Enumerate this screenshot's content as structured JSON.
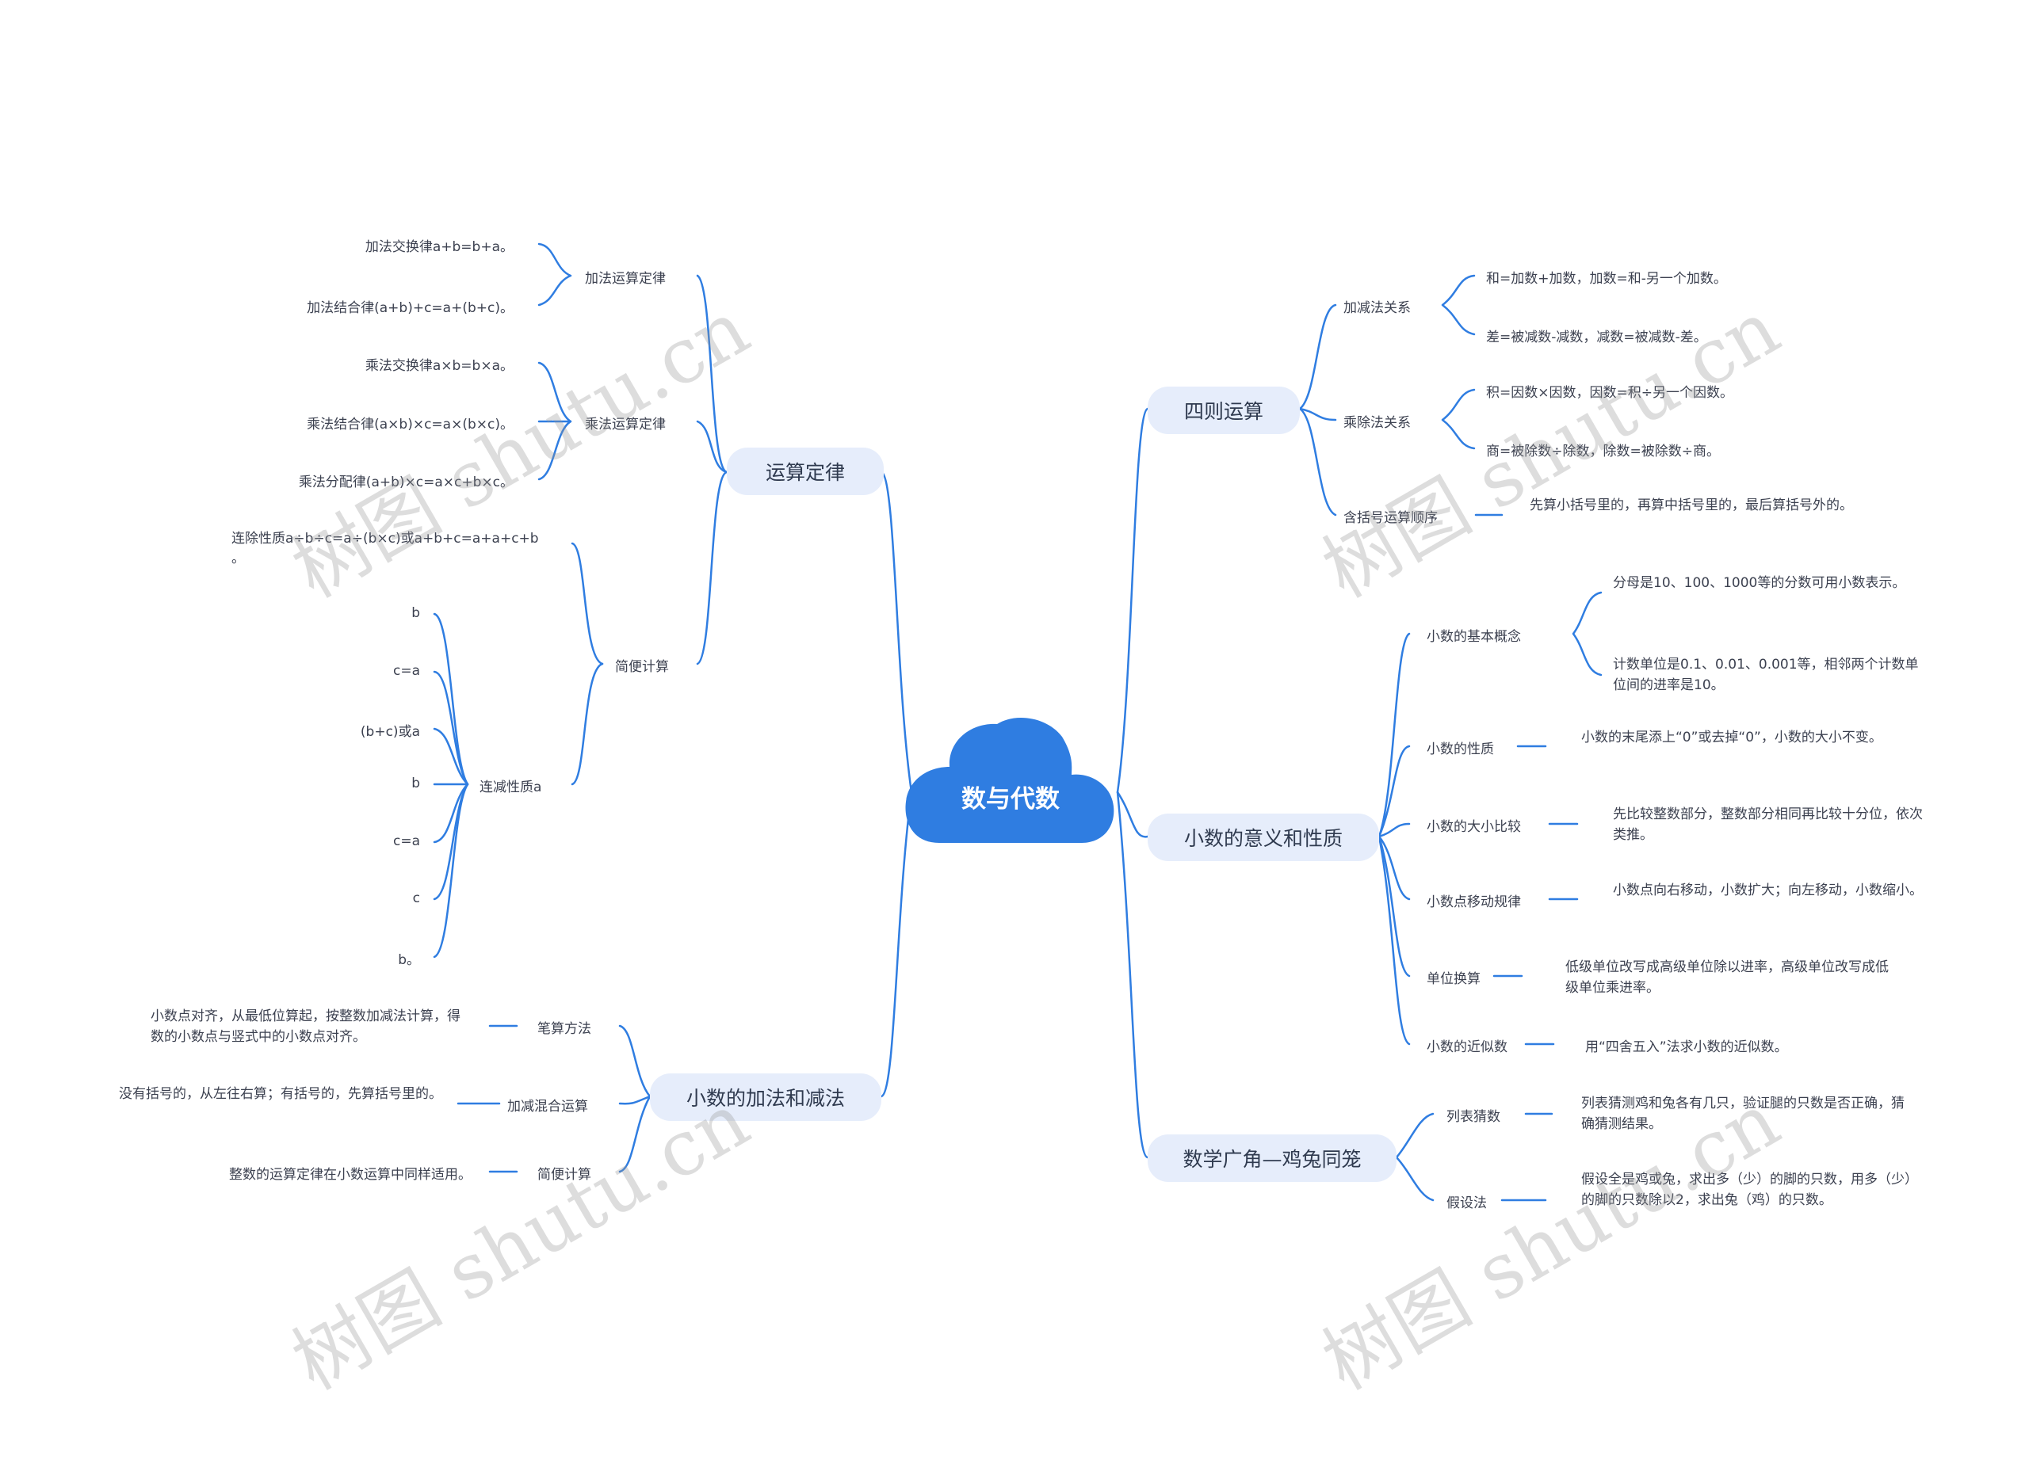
{
  "root": {
    "label": "数与代数"
  },
  "colors": {
    "line": "#2f7de1",
    "root_fill": "#2f7de1",
    "pill_bg": "#e6edfb",
    "text": "#3c4150"
  },
  "left": {
    "suanshu": {
      "label": "运算定律",
      "add_law": {
        "label": "加法运算定律",
        "items": [
          "加法交换律a+b=b+a。",
          "加法结合律(a+b)+c=a+(b+c)。"
        ]
      },
      "mul_law": {
        "label": "乘法运算定律",
        "items": [
          "乘法交换律a×b=b×a。",
          "乘法结合律(a×b)×c=a×(b×c)。",
          "乘法分配律(a+b)×c=a×c+b×c。"
        ]
      },
      "jianbian": {
        "label": "简便计算",
        "lianchu": "连除性质a÷b÷c=a÷(b×c)或a+b+c=a+a+c+b",
        "lianchu_tail": "。",
        "lianjian": {
          "label": "连减性质a",
          "items": [
            "b",
            "c=a",
            "(b+c)或a",
            "b",
            "c=a",
            "c",
            "b。"
          ]
        }
      }
    },
    "xiaoshu_jiajian": {
      "label": "小数的加法和减法",
      "bisuan": {
        "label": "笔算方法",
        "text": "小数点对齐，从最低位算起，按整数加减法计算，得数的小数点与竖式中的小数点对齐。"
      },
      "hunhe": {
        "label": "加减混合运算",
        "text": "没有括号的，从左往右算；有括号的，先算括号里的。"
      },
      "jianbian": {
        "label": "简便计算",
        "text": "整数的运算定律在小数运算中同样适用。"
      }
    }
  },
  "right": {
    "sizeyunsuan": {
      "label": "四则运算",
      "jiajian": {
        "label": "加减法关系",
        "items": [
          "和=加数+加数，加数=和-另一个加数。",
          "差=被减数-减数，减数=被减数-差。"
        ]
      },
      "chengchu": {
        "label": "乘除法关系",
        "items": [
          "积=因数×因数，因数=积÷另一个因数。",
          "商=被除数÷除数，除数=被除数÷商。"
        ]
      },
      "kuohao": {
        "label": "含括号运算顺序",
        "text": "先算小括号里的，再算中括号里的，最后算括号外的。"
      }
    },
    "xiaoshu_yiyi": {
      "label": "小数的意义和性质",
      "jiben": {
        "label": "小数的基本概念",
        "items": [
          "分母是10、100、1000等的分数可用小数表示。",
          "计数单位是0.1、0.01、0.001等，相邻两个计数单位间的进率是10。"
        ]
      },
      "xingzhi": {
        "label": "小数的性质",
        "text": "小数的末尾添上“0”或去掉“0”，小数的大小不变。"
      },
      "bijiao": {
        "label": "小数的大小比较",
        "text": "先比较整数部分，整数部分相同再比较十分位，依次类推。"
      },
      "yidong": {
        "label": "小数点移动规律",
        "text": "小数点向右移动，小数扩大；向左移动，小数缩小。"
      },
      "huansuan": {
        "label": "单位换算",
        "text": "低级单位改写成高级单位除以进率，高级单位改写成低级单位乘进率。"
      },
      "jinsi": {
        "label": "小数的近似数",
        "text": "用“四舍五入”法求小数的近似数。"
      }
    },
    "jitu": {
      "label": "数学广角—鸡兔同笼",
      "liebiao": {
        "label": "列表猜数",
        "text": "列表猜测鸡和兔各有几只，验证腿的只数是否正确，猜确猜测结果。"
      },
      "jiashe": {
        "label": "假设法",
        "text": "假设全是鸡或兔，求出多（少）的脚的只数，用多（少）的脚的只数除以2，求出兔（鸡）的只数。"
      }
    }
  },
  "watermark": "树图 shutu.cn"
}
